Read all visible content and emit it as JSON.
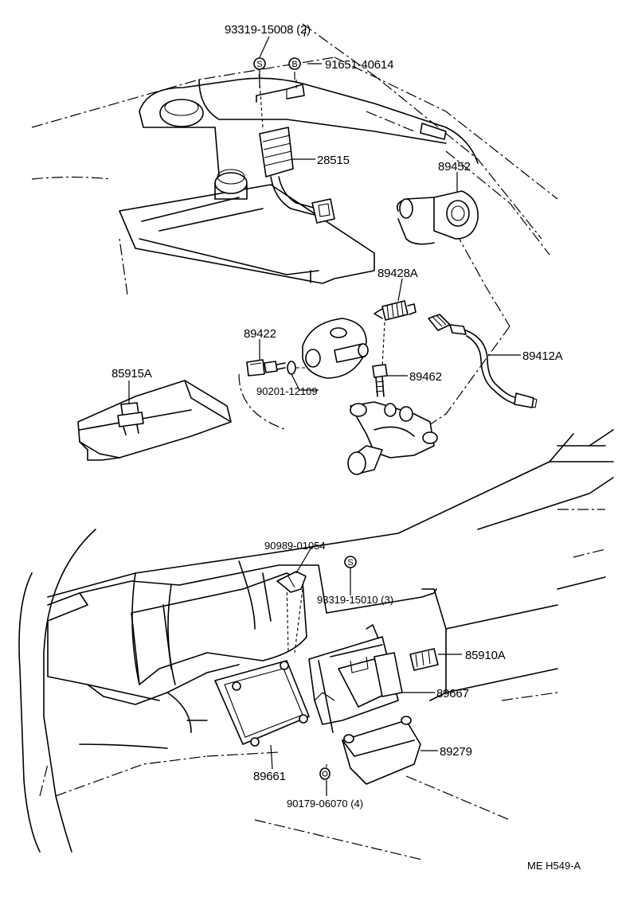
{
  "parts": {
    "p93319_15008": "93319-15008 (2)",
    "p91651_40614": "91651-40614",
    "p28515": "28515",
    "p89452": "89452",
    "p89428A": "89428A",
    "p89422": "89422",
    "p89412A": "89412A",
    "p85915A": "85915A",
    "p89462": "89462",
    "p90201_12109": "90201-12109",
    "p90989_01054": "90989-01054",
    "p93319_15010": "93319-15010 (3)",
    "p85910A": "85910A",
    "p89667": "89667",
    "p89279": "89279",
    "p89661": "89661",
    "p90179_06070": "90179-06070 (4)"
  },
  "symbols": {
    "s": "S",
    "b": "B"
  },
  "footer": {
    "code": "ME  H549-A"
  }
}
